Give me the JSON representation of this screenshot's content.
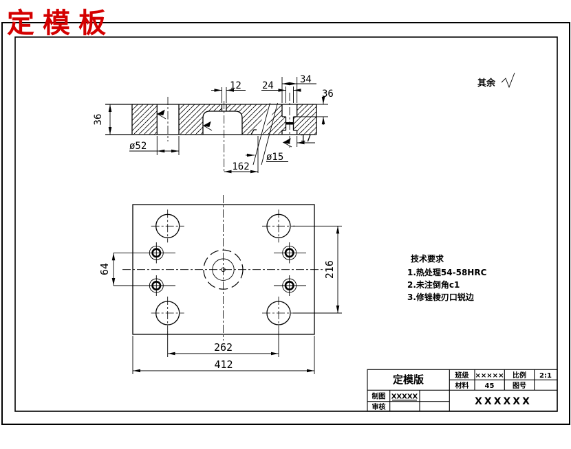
{
  "page": {
    "red_title": "定模板",
    "surface_note_label": "其余",
    "accent_color": "#d40000",
    "line_color": "#000000",
    "background_color": "#ffffff"
  },
  "section_view": {
    "dims": {
      "thickness_left": "36",
      "bore_52": "ø52",
      "slot_12": "12",
      "hole_24": "24",
      "counterbore_34": "34",
      "depth_36_right": "36",
      "offset_17": "17",
      "length_162": "162",
      "taper_15": "ø15"
    }
  },
  "plan_view": {
    "dims": {
      "pitch_64": "64",
      "pitch_216": "216",
      "pitch_262": "262",
      "width_412": "412"
    }
  },
  "tech_requirements": {
    "title": "技术要求",
    "items": [
      "1.热处理54-58HRC",
      "2.未注倒角c1",
      "3.修锉棱刃口锐边"
    ]
  },
  "title_block": {
    "part_name": "定模版",
    "class_label": "班级",
    "class_value": "×××××",
    "scale_label": "比例",
    "scale_value": "2:1",
    "material_label": "材料",
    "material_value": "45",
    "drawing_no_label": "图号",
    "drawing_no_value": "",
    "drafter_label": "制图",
    "drafter_value": "XXXXX",
    "checker_label": "审核",
    "checker_value": "",
    "drawing_code": "XXXXXX"
  }
}
